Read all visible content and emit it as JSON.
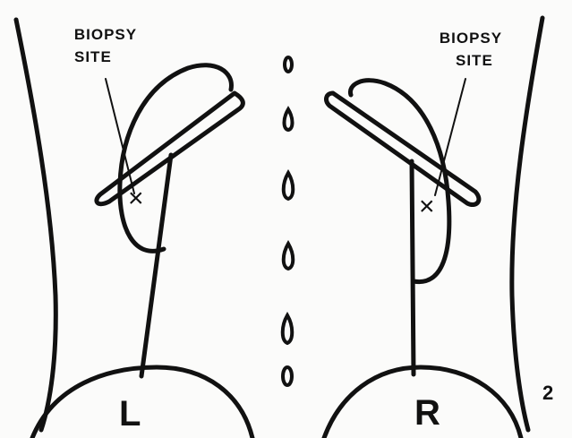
{
  "labels": {
    "left_biopsy_line1": "BIOPSY",
    "left_biopsy_line2": "SITE",
    "right_biopsy_line1": "BIOPSY",
    "right_biopsy_line2": "SITE",
    "left_side": "L",
    "right_side": "R",
    "figure_number": "2"
  },
  "markers": {
    "biopsy_mark": "×"
  },
  "colors": {
    "ink": "#111111",
    "paper": "#fbfbfa"
  }
}
